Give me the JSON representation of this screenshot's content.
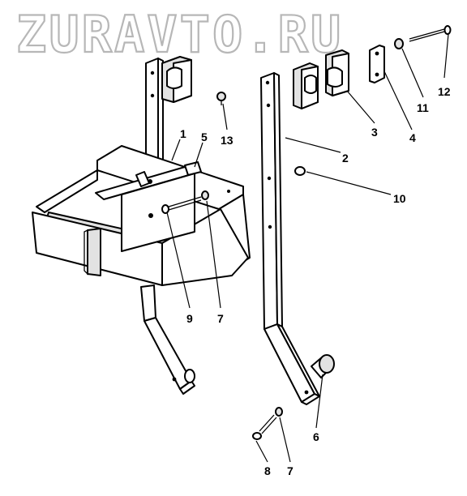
{
  "watermark": "ZURAVTO.RU",
  "callouts": {
    "c1": "1",
    "c2": "2",
    "c3": "3",
    "c4": "4",
    "c5": "5",
    "c6": "6",
    "c7a": "7",
    "c7b": "7",
    "c8": "8",
    "c9": "9",
    "c10": "10",
    "c11": "11",
    "c12": "12",
    "c13": "13"
  },
  "colors": {
    "line": "#000000",
    "watermark_outline": "#b7b7b7",
    "background": "#ffffff"
  }
}
